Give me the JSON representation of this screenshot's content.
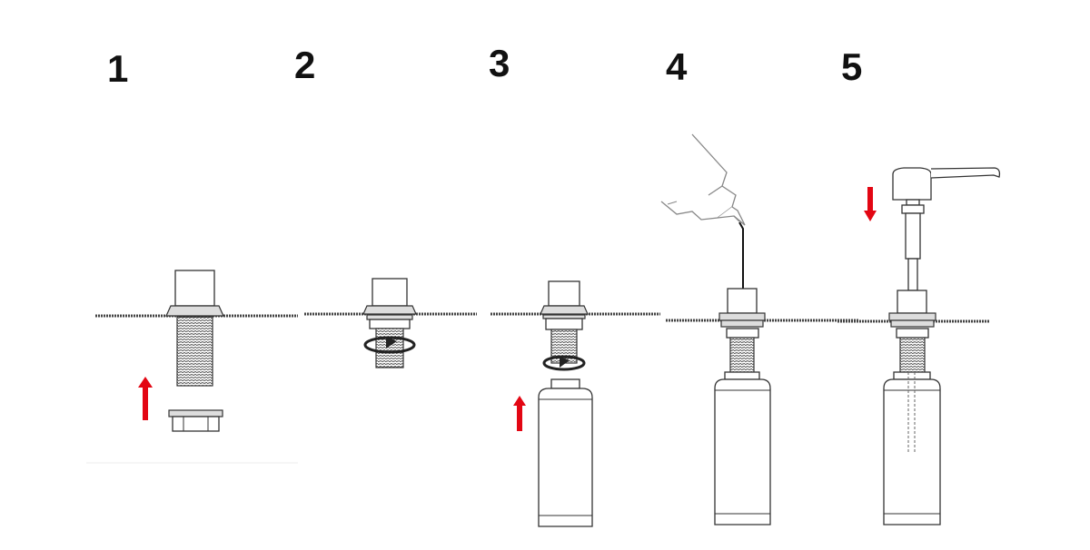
{
  "steps": [
    {
      "number": "1",
      "action": "insert-nut"
    },
    {
      "number": "2",
      "action": "tighten-nut"
    },
    {
      "number": "3",
      "action": "attach-bottle"
    },
    {
      "number": "4",
      "action": "fill-soap"
    },
    {
      "number": "5",
      "action": "insert-pump"
    }
  ],
  "colors": {
    "arrow": "#e30613",
    "line": "#333333"
  }
}
